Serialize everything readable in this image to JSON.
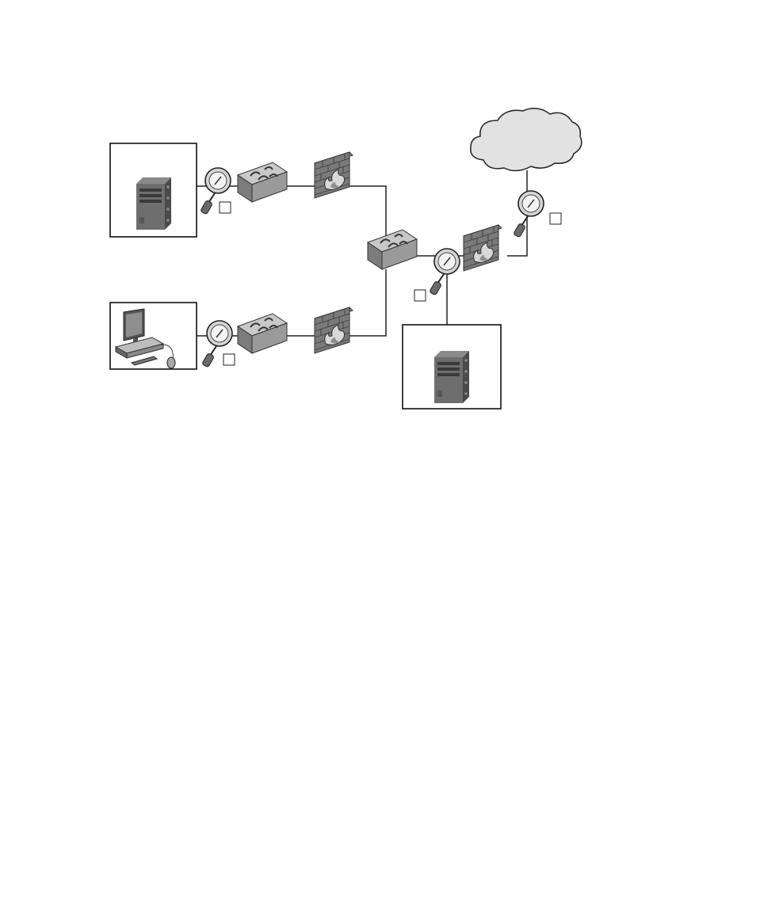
{
  "diagram": {
    "type": "network-topology",
    "background": "#ffffff",
    "line_color": "#222222",
    "nodes": [
      {
        "id": "server-top-left",
        "kind": "server",
        "icon": "server-tower-icon"
      },
      {
        "id": "workstation",
        "kind": "workstation",
        "icon": "desktop-computer-icon"
      },
      {
        "id": "server-bottom-right",
        "kind": "server",
        "icon": "server-tower-icon"
      },
      {
        "id": "internet",
        "kind": "cloud",
        "icon": "cloud-icon"
      },
      {
        "id": "switch-top",
        "kind": "switch",
        "icon": "switch-icon"
      },
      {
        "id": "switch-bottom",
        "kind": "switch",
        "icon": "switch-icon"
      },
      {
        "id": "switch-core",
        "kind": "switch",
        "icon": "switch-icon"
      },
      {
        "id": "firewall-top",
        "kind": "firewall",
        "icon": "firewall-icon"
      },
      {
        "id": "firewall-bottom",
        "kind": "firewall",
        "icon": "firewall-icon"
      },
      {
        "id": "firewall-edge",
        "kind": "firewall",
        "icon": "firewall-icon"
      }
    ],
    "sensors": [
      {
        "id": "sensor-1",
        "icon": "magnifier-sensor-icon",
        "label": ""
      },
      {
        "id": "sensor-2",
        "icon": "magnifier-sensor-icon",
        "label": ""
      },
      {
        "id": "sensor-3",
        "icon": "magnifier-sensor-icon",
        "label": ""
      },
      {
        "id": "sensor-4",
        "icon": "magnifier-sensor-icon",
        "label": ""
      }
    ]
  }
}
